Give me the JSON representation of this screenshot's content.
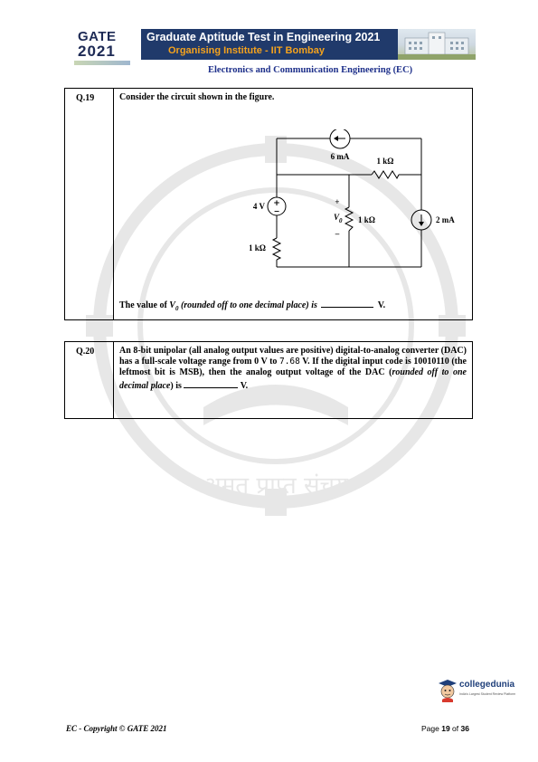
{
  "header": {
    "logo_gate": "GATE",
    "logo_year": "2021",
    "banner_title": "Graduate Aptitude Test in Engineering 2021",
    "banner_subtitle": "Organising Institute - IIT Bombay",
    "paper_title": "Electronics and Communication Engineering (EC)"
  },
  "q19": {
    "number": "Q.19",
    "prompt": "Consider the circuit shown in the figure.",
    "circuit": {
      "current_source_top": "6 mA",
      "resistor_top": "1 kΩ",
      "voltage_source": "4 V",
      "output_label": "V",
      "output_sub": "0",
      "plus": "+",
      "minus": "–",
      "resistor_middle": "1 kΩ",
      "current_source_right": "2 mA",
      "resistor_left": "1 kΩ"
    },
    "answer_prefix": "The value of ",
    "answer_var": "V",
    "answer_var_sub": "0",
    "answer_mid": " (rounded off to one decimal place) is ",
    "answer_unit": " V."
  },
  "q20": {
    "number": "Q.20",
    "text_a": "An 8-bit unipolar (all analog output values are positive) digital-to-analog converter (DAC) has a full-scale voltage range from 0 V to ",
    "text_value": "7.68",
    "text_b": " V. If the digital input code is 10010110 (the leftmost bit is MSB), then the analog output voltage of the DAC (",
    "text_italic": "rounded off to one decimal place",
    "text_c": ") is ",
    "text_end": " V."
  },
  "watermark": {
    "motto": "अमृत प्राप्त संचय"
  },
  "footer": {
    "copyright": "EC - Copyright © GATE 2021",
    "page_prefix": "Page ",
    "page_current": "19",
    "page_mid": " of ",
    "page_total": "36"
  },
  "brand": {
    "name": "collegedunia",
    "tagline": "India's Largest Student Review Platform"
  },
  "colors": {
    "banner_bg": "#203a6b",
    "banner_subtitle": "#f4a21d",
    "paper_title": "#1d2f8a"
  }
}
